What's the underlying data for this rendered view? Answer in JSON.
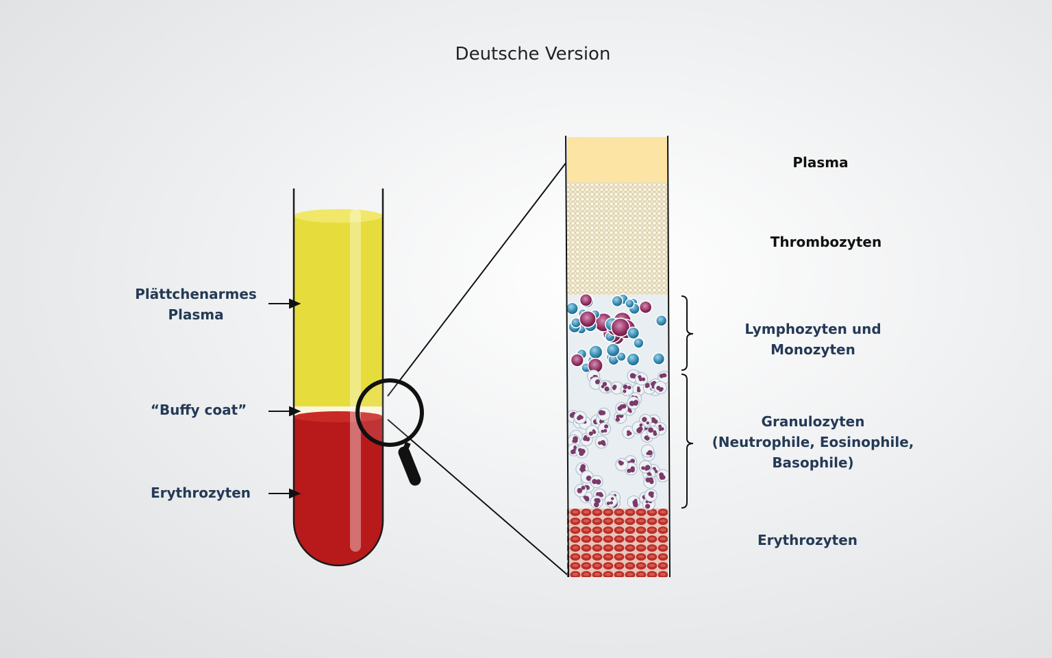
{
  "title": "Deutsche Version",
  "tube_labels": {
    "plasma_line1": "Plättchenarmes",
    "plasma_line2": "Plasma",
    "buffy": "“Buffy coat”",
    "erythro": "Erythrozyten"
  },
  "layer_labels": {
    "plasma": "Plasma",
    "thrombo": "Thrombozyten",
    "lympho_line1": "Lymphozyten und",
    "lympho_line2": "Monozyten",
    "granulo_line1": "Granulozyten",
    "granulo_line2": "(Neutrophile, Eosinophile,",
    "granulo_line3": "Basophile)",
    "erythro": "Erythrozyten"
  },
  "colors": {
    "plasma_yellow": "#e6dc3c",
    "blood_red": "#b8191b",
    "buffy": "#fbf6dc",
    "column_plasma": "#fbe4a4",
    "lymphocyte": "#3a8fb5",
    "monocyte": "#8e2a5c",
    "erythrocyte": "#b8302a",
    "label_text": "#243a56"
  }
}
